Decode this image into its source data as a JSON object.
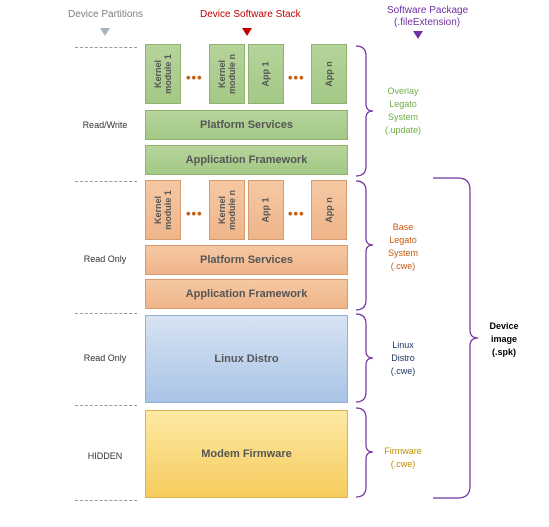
{
  "headers": {
    "partitions": "Device Partitions",
    "stack": "Device Software Stack",
    "package_line1": "Software Package",
    "package_line2": "(.fileExtension)"
  },
  "partitions": [
    "Read/Write",
    "Read Only",
    "Read Only",
    "HIDDEN"
  ],
  "overlay": {
    "modules": [
      "Kernel\nmodule 1",
      "Kernel\nmodule n",
      "App 1",
      "App n"
    ],
    "dots": "•••",
    "platform": "Platform Services",
    "framework": "Application Framework"
  },
  "base": {
    "modules": [
      "Kernel\nmodule 1",
      "Kernel\nmodule n",
      "App 1",
      "App n"
    ],
    "dots": "•••",
    "platform": "Platform Services",
    "framework": "Application Framework"
  },
  "linux": "Linux Distro",
  "modem": "Modem Firmware",
  "packages": {
    "overlay": "Overlay\nLegato\nSystem\n(.update)",
    "base": "Base\nLegato\nSystem\n(.cwe)",
    "linux": "Linux\nDistro\n(.cwe)",
    "firmware": "Firmware\n(.cwe)",
    "device": "Device\nimage\n(.spk)"
  },
  "colors": {
    "partitions_header": "#7f7f7f",
    "stack_header": "#c00000",
    "package_header": "#7030a0",
    "overlay_text": "#70ad47",
    "base_text": "#c55a11",
    "linux_text": "#1f3864",
    "firmware_text": "#bf9000",
    "bracket": "#7030a0"
  }
}
